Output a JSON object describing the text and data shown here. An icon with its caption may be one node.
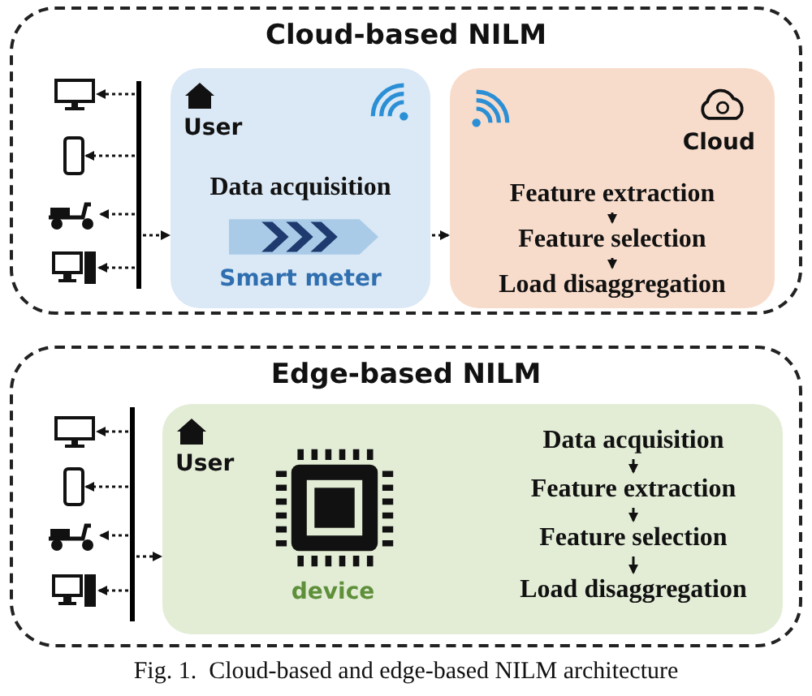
{
  "diagram": {
    "caption": "Fig. 1.  Cloud-based and edge-based NILM architecture",
    "nodes": [
      {
        "text": [
          "Cloud-based NILM"
        ]
      },
      {
        "text": [],
        "shape": "monitor",
        "in": 0
      },
      {
        "text": [],
        "shape": "phone",
        "in": 0
      },
      {
        "text": [],
        "shape": "scooter",
        "in": 0
      },
      {
        "text": [],
        "shape": "computer",
        "in": 0
      },
      {
        "text": [],
        "shape": "bar",
        "in": 0
      },
      {
        "text": [
          "User",
          "Data acquisition",
          "Smart meter"
        ],
        "in": 0
      },
      {
        "text": [
          "Cloud"
        ],
        "in": 0
      },
      {
        "text": [
          "Feature extraction"
        ],
        "in": 7
      },
      {
        "text": [
          "Feature selection"
        ],
        "in": 7
      },
      {
        "text": [
          "Load disaggregation"
        ],
        "in": 7
      },
      {
        "text": [
          "Edge-based NILM"
        ]
      },
      {
        "text": [],
        "shape": "monitor",
        "in": 11
      },
      {
        "text": [],
        "shape": "phone",
        "in": 11
      },
      {
        "text": [],
        "shape": "scooter",
        "in": 11
      },
      {
        "text": [],
        "shape": "computer",
        "in": 11
      },
      {
        "text": [],
        "shape": "bar",
        "in": 11
      },
      {
        "text": [
          "User",
          "device"
        ],
        "in": 11
      },
      {
        "text": [
          "Data acquisition"
        ],
        "in": 17
      },
      {
        "text": [
          "Feature extraction"
        ],
        "in": 17
      },
      {
        "text": [
          "Feature selection"
        ],
        "in": 17
      },
      {
        "text": [
          "Load disaggregation"
        ],
        "in": 17
      }
    ],
    "edges": [
      {
        "from": 5,
        "to": 1,
        "arrow": "to",
        "style": "dashed"
      },
      {
        "from": 5,
        "to": 2,
        "arrow": "to",
        "style": "dashed"
      },
      {
        "from": 5,
        "to": 3,
        "arrow": "to",
        "style": "dashed"
      },
      {
        "from": 5,
        "to": 4,
        "arrow": "to",
        "style": "dashed"
      },
      {
        "from": 5,
        "to": 6,
        "arrow": "to",
        "style": "dashed"
      },
      {
        "from": 6,
        "to": 7,
        "arrow": "to",
        "style": "dashed"
      },
      {
        "from": 8,
        "to": 9,
        "arrow": "to"
      },
      {
        "from": 9,
        "to": 10,
        "arrow": "to"
      },
      {
        "from": 16,
        "to": 12,
        "arrow": "to",
        "style": "dashed"
      },
      {
        "from": 16,
        "to": 13,
        "arrow": "to",
        "style": "dashed"
      },
      {
        "from": 16,
        "to": 14,
        "arrow": "to",
        "style": "dashed"
      },
      {
        "from": 16,
        "to": 15,
        "arrow": "to",
        "style": "dashed"
      },
      {
        "from": 16,
        "to": 17,
        "arrow": "to",
        "style": "dashed"
      },
      {
        "from": 18,
        "to": 19,
        "arrow": "to"
      },
      {
        "from": 19,
        "to": 20,
        "arrow": "to"
      },
      {
        "from": 20,
        "to": 21,
        "arrow": "to"
      }
    ]
  }
}
